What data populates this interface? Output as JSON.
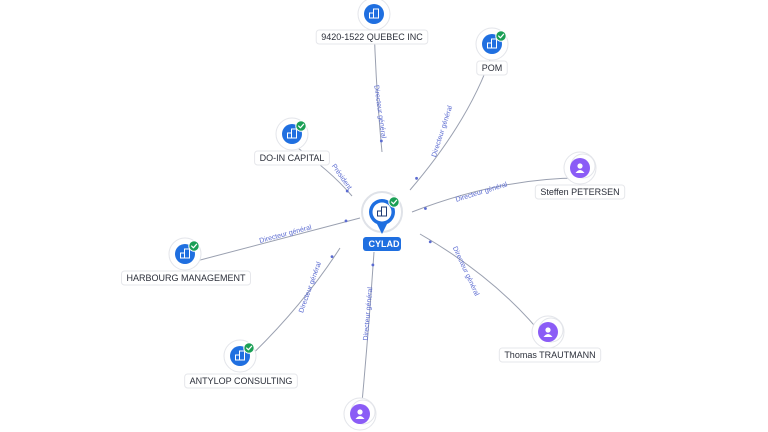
{
  "center": {
    "label": "CYLAD",
    "icon": "company-building-icon",
    "verified": true
  },
  "nodes": [
    {
      "id": "quebec",
      "label": "9420-1522 QUEBEC INC",
      "kind": "company",
      "verified": false,
      "edge_label": "Directeur général"
    },
    {
      "id": "pom",
      "label": "POM",
      "kind": "company",
      "verified": true,
      "edge_label": "Directeur général"
    },
    {
      "id": "doin",
      "label": "DO-IN CAPITAL",
      "kind": "company",
      "verified": true,
      "edge_label": "Président"
    },
    {
      "id": "steffen",
      "label": "Steffen PETERSEN",
      "kind": "person",
      "verified": false,
      "edge_label": "Directeur général"
    },
    {
      "id": "harbourg",
      "label": "HARBOURG MANAGEMENT",
      "kind": "company",
      "verified": true,
      "edge_label": "Directeur général"
    },
    {
      "id": "antylop",
      "label": "ANTYLOP CONSULTING",
      "kind": "company",
      "verified": true,
      "edge_label": "Directeur général"
    },
    {
      "id": "thomas",
      "label": "Thomas TRAUTMANN",
      "kind": "person",
      "verified": false,
      "edge_label": "Directeur général"
    },
    {
      "id": "bottom",
      "label": "",
      "kind": "person",
      "verified": false,
      "edge_label": "Directeur général"
    }
  ],
  "colors": {
    "company": "#1f6fe0",
    "person": "#8b5cf6",
    "verified": "#1a9f55",
    "edge_label": "#5b6bd1"
  }
}
